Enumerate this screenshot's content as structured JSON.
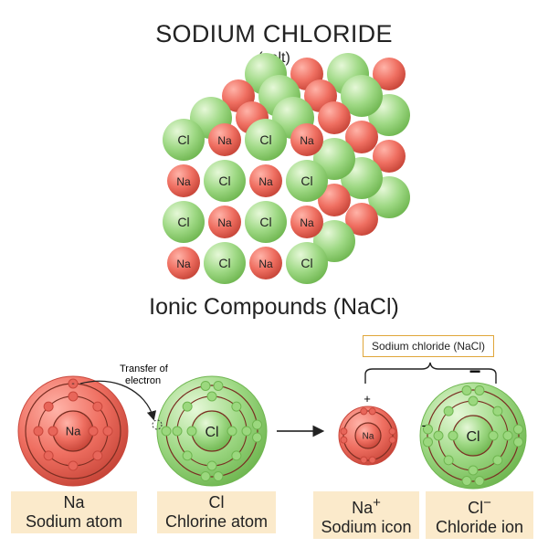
{
  "title": "SODIUM CHLORIDE",
  "subtitle": "(salt)",
  "section_heading": "Ionic Compounds (NaCl)",
  "colors": {
    "sodium": "#e8665a",
    "sodium_dark": "#c9473c",
    "chlorine": "#9bd87e",
    "chlorine_dark": "#6fb650",
    "shell_stroke": "#7a2e22",
    "label_bg": "#fbeacb",
    "bracket_border": "#e0a63a"
  },
  "lattice": {
    "rows": [
      [
        "Cl",
        "Na",
        "Cl",
        "Na"
      ],
      [
        "Na",
        "Cl",
        "Na",
        "Cl"
      ],
      [
        "Cl",
        "Na",
        "Cl",
        "Na"
      ],
      [
        "Na",
        "Cl",
        "Na",
        "Cl"
      ]
    ]
  },
  "atoms": {
    "sodium_atom": {
      "symbol": "Na",
      "caption_symbol": "Na",
      "caption_name": "Sodium atom"
    },
    "chlorine_atom": {
      "symbol": "Cl",
      "caption_symbol": "Cl",
      "caption_name": "Chlorine atom"
    },
    "sodium_ion": {
      "symbol": "Na",
      "charge": "+",
      "caption_symbol": "Na",
      "caption_superscript": "+",
      "caption_name": "Sodium icon"
    },
    "chloride_ion": {
      "symbol": "Cl",
      "charge": "−",
      "caption_symbol": "Cl",
      "caption_superscript": "−",
      "caption_name": "Chloride ion"
    }
  },
  "annotations": {
    "transfer_label_line1": "Transfer of",
    "transfer_label_line2": "electron",
    "electron_minus": "-",
    "bracket_label": "Sodium chloride (NaCl)"
  }
}
